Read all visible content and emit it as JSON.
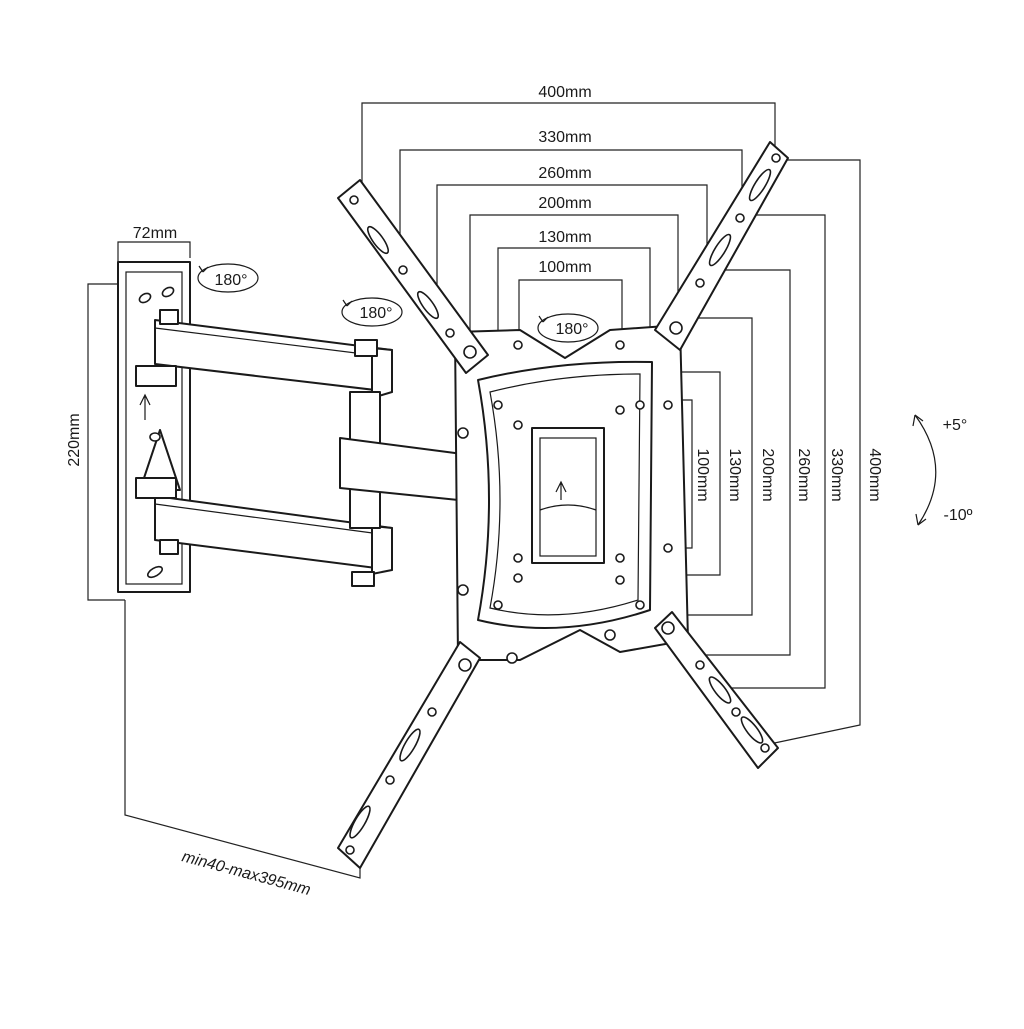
{
  "diagram": {
    "horizontal_dims": [
      "400mm",
      "330mm",
      "260mm",
      "200mm",
      "130mm",
      "100mm"
    ],
    "vertical_dims": [
      "100mm",
      "130mm",
      "200mm",
      "260mm",
      "330mm",
      "400mm"
    ],
    "wall_plate_width": "72mm",
    "wall_plate_height": "220mm",
    "swivel_labels": [
      "180°",
      "180°",
      "180°"
    ],
    "tilt_up": "+5°",
    "tilt_down": "-10º",
    "extension": "min40-max395mm"
  },
  "colors": {
    "line": "#1a1a1a",
    "background": "#ffffff"
  }
}
